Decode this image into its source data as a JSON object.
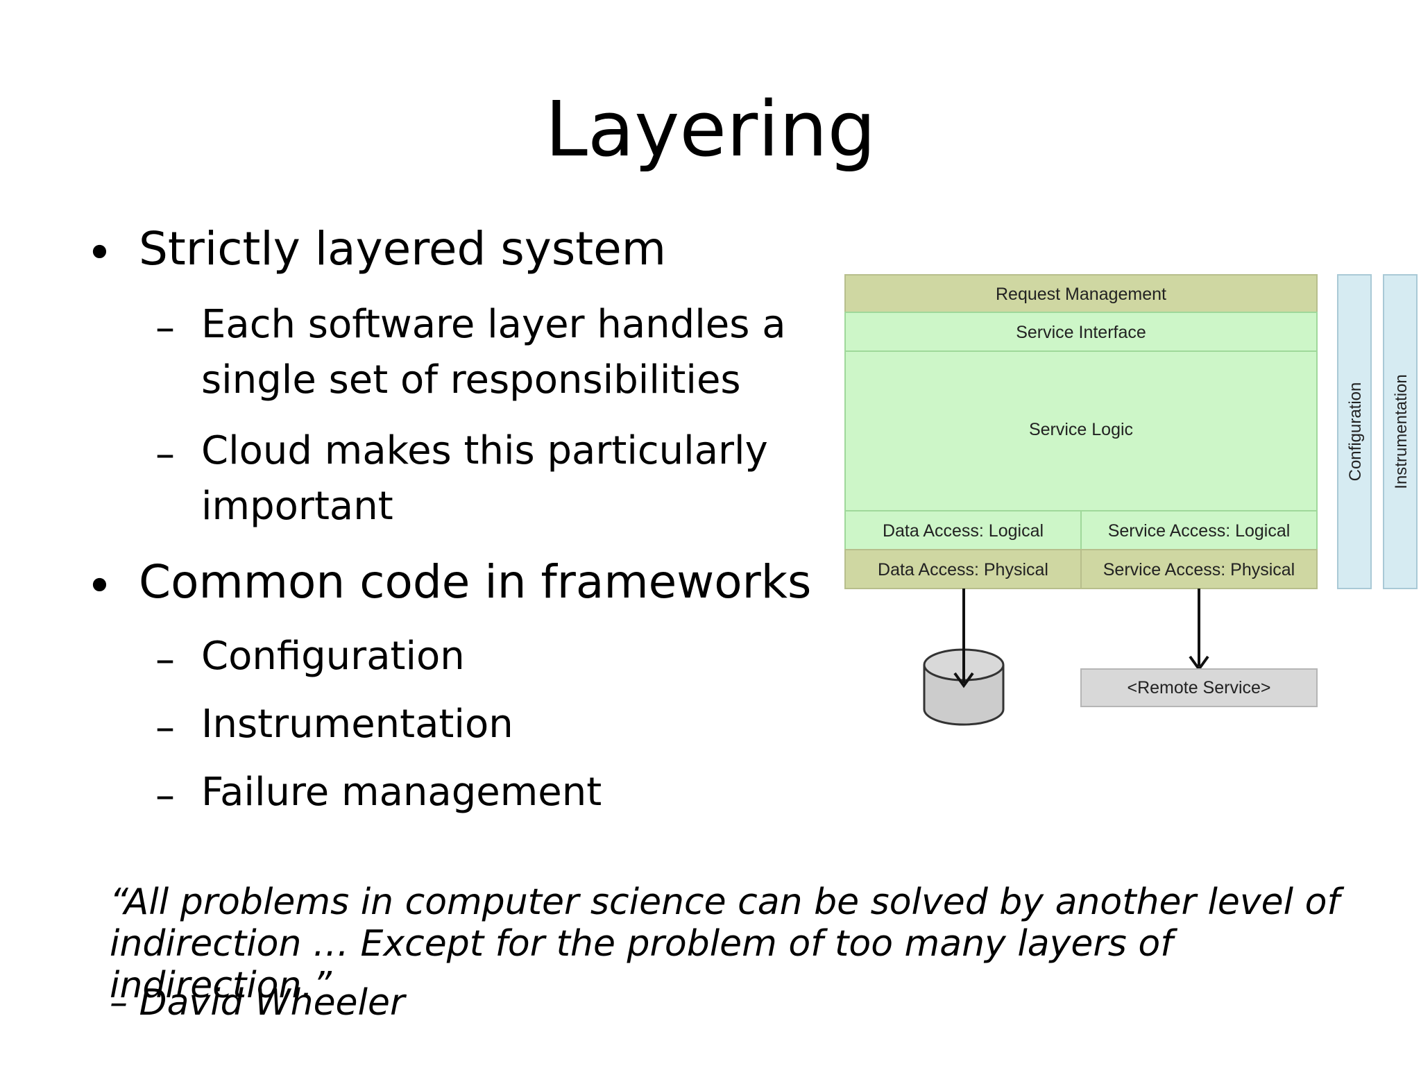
{
  "slide": {
    "title": "Layering",
    "bullets": [
      {
        "text": "Strictly layered system",
        "subs": [
          {
            "line1": "Each software layer handles a",
            "line2": "single set of responsibilities"
          },
          {
            "line1": "Cloud makes this particularly",
            "line2": "important"
          }
        ]
      },
      {
        "text": "Common code in frameworks",
        "subs": [
          {
            "line1": "Configuration"
          },
          {
            "line1": "Instrumentation"
          },
          {
            "line1": "Failure management"
          }
        ]
      }
    ],
    "bullet_glyph": "•",
    "dash_glyph": "–",
    "quote": {
      "line1": "“All problems in computer science can be solved by another level of",
      "line2": "indirection … Except for the problem of too many layers of indirection.”",
      "author": "– David Wheeler"
    }
  },
  "diagram": {
    "request_management": "Request Management",
    "service_interface": "Service Interface",
    "service_logic": "Service Logic",
    "data_access_logical": "Data Access:  Logical",
    "service_access_logical": "Service Access:  Logical",
    "data_access_physical": "Data Access:  Physical",
    "service_access_physical": "Service Access:  Physical",
    "configuration": "Configuration",
    "instrumentation": "Instrumentation",
    "remote_service": "<Remote Service>",
    "colors": {
      "olive": "#cfd7a2",
      "green": "#cdf6c8",
      "side_bar": "#d6ebf2",
      "remote": "#d8d8d8",
      "db": "#cccccc"
    }
  }
}
